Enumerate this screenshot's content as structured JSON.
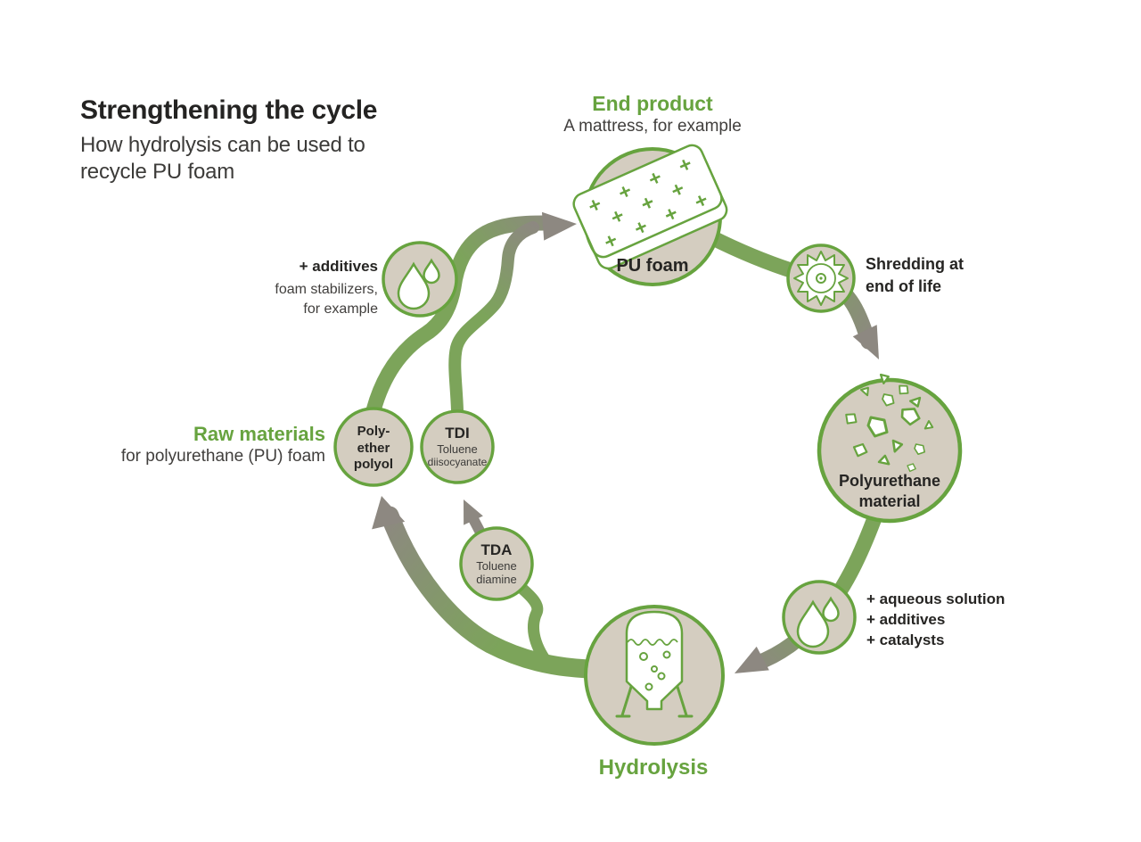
{
  "title": {
    "heading": "Strengthening the cycle",
    "subtitle1": "How hydrolysis can be used to",
    "subtitle2": "recycle PU foam"
  },
  "end_product": {
    "heading": "End product",
    "subheading": "A mattress, for example",
    "node_label": "PU foam"
  },
  "shredding": {
    "line1": "Shredding at",
    "line2": "end of life"
  },
  "polyurethane_material": {
    "line1": "Polyurethane",
    "line2": "material"
  },
  "hydrolysis_inputs": {
    "line1": "+ aqueous solution",
    "line2": "+ additives",
    "line3": "+ catalysts"
  },
  "hydrolysis": {
    "heading": "Hydrolysis"
  },
  "tda": {
    "abbr": "TDA",
    "line1": "Toluene",
    "line2": "diamine"
  },
  "tdi": {
    "abbr": "TDI",
    "line1": "Toluene",
    "line2": "diisocyanate"
  },
  "polyol": {
    "line1": "Poly-",
    "line2": "ether",
    "line3": "polyol"
  },
  "raw_materials": {
    "heading": "Raw materials",
    "subheading": "for polyurethane (PU) foam"
  },
  "additives": {
    "label": "+ additives",
    "sub1": "foam stabilizers,",
    "sub2": "for example"
  },
  "icons": {
    "mattress-icon": "3d foam slab with plus marks",
    "shredder-icon": "circular saw blade",
    "shredded-pieces-icon": "scattered foam chunks",
    "droplets-icon": "two liquid drops",
    "reactor-icon": "hydrolysis vessel with bubbles and legs"
  },
  "colors": {
    "accent_green": "#67a33f",
    "band_green": "#7ca45a",
    "arrow_gray": "#8d8881",
    "node_fill": "#d4cdc0",
    "text_dark": "#262523"
  }
}
